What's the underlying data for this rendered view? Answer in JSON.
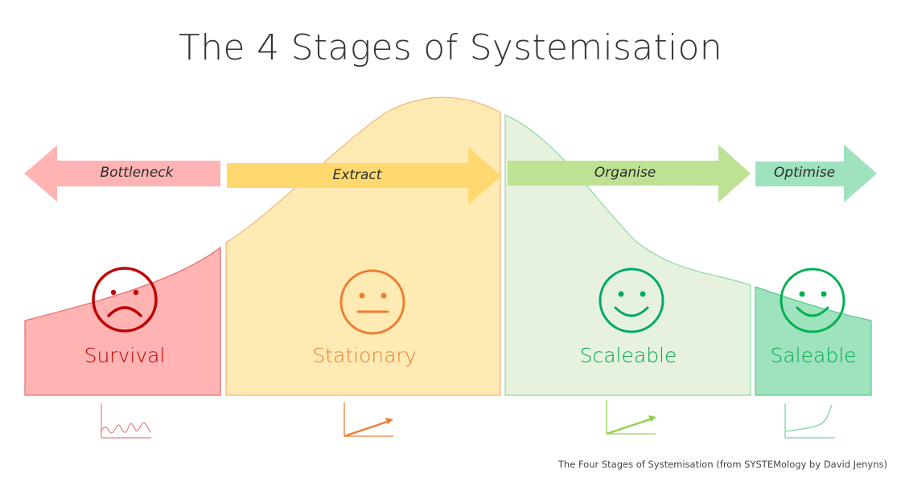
{
  "title": "The 4 Stages of Systemisation",
  "footer": {
    "caption": "The Four Stages of Systemisation (from SYSTEMology by David Jenyns)"
  },
  "arrows": [
    {
      "label": "Bottleneck",
      "direction": "left",
      "color": "#FFB3B3"
    },
    {
      "label": "Extract",
      "direction": "right",
      "color": "#FFD970"
    },
    {
      "label": "Organise",
      "direction": "right",
      "color": "#BDE294"
    },
    {
      "label": "Optimise",
      "direction": "right",
      "color": "#9EE2BE"
    }
  ],
  "stages": [
    {
      "name": "Survival",
      "face": "sad-face-icon",
      "fill": "#FFB3B3",
      "stroke": "#E86A6A",
      "text_color": "#C00000",
      "mini_chart": "fluctuating-line-chart"
    },
    {
      "name": "Stationary",
      "face": "neutral-face-icon",
      "fill": "#FFEAB3",
      "stroke": "#F5B27A",
      "text_color": "#ED7D31",
      "mini_chart": "linear-growth-arrow-chart"
    },
    {
      "name": "Scaleable",
      "face": "happy-face-icon",
      "fill": "#E6F2DD",
      "stroke": "#8FD6A8",
      "text_color": "#00A651",
      "mini_chart": "linear-growth-arrow-chart"
    },
    {
      "name": "Saleable",
      "face": "happy-face-icon",
      "fill": "#9EE2BE",
      "stroke": "#5CC98C",
      "text_color": "#00B050",
      "mini_chart": "exponential-growth-chart"
    }
  ],
  "colors": {
    "title": "#333333",
    "survival_icon": "#C00000",
    "stationary_icon": "#ED7D31",
    "scaleable_icon": "#00A86B",
    "saleable_icon": "#00B050"
  }
}
